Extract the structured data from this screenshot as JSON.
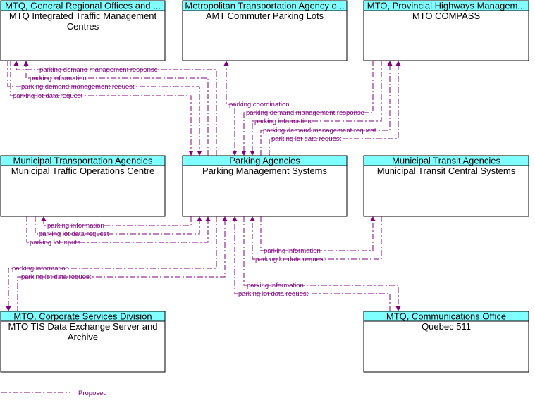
{
  "colors": {
    "header_fill": "#7fffff",
    "flow_line": "#800080",
    "border": "#000000"
  },
  "nodes": {
    "mtq_itmc": {
      "agency": "MTQ, General Regional Offices and ...",
      "name": [
        "MTQ Integrated Traffic Management",
        "Centres"
      ]
    },
    "amt_parking": {
      "agency": "Metropolitan Transportation Agency o...",
      "name": [
        "AMT Commuter Parking Lots"
      ]
    },
    "mto_compass": {
      "agency": "MTO, Provincial Highways Managem...",
      "name": [
        "MTO COMPASS"
      ]
    },
    "muni_traffic": {
      "agency": "Municipal Transportation Agencies",
      "name": [
        "Municipal Traffic Operations Centre"
      ]
    },
    "parking_mgmt": {
      "agency": "Parking Agencies",
      "name": [
        "Parking Management Systems"
      ]
    },
    "muni_transit": {
      "agency": "Municipal Transit Agencies",
      "name": [
        "Municipal Transit Central Systems"
      ]
    },
    "mto_tis": {
      "agency": "MTO, Corporate Services Division",
      "name": [
        "MTO TIS Data Exchange Server and",
        "Archive"
      ]
    },
    "quebec511": {
      "agency": "MTQ, Communications Office",
      "name": [
        "Quebec 511"
      ]
    }
  },
  "flows": {
    "mtq_pdm_response": "parking demand management response",
    "mtq_parking_info": "parking information",
    "mtq_pdm_request": "parking demand management request",
    "mtq_lot_request": "parking lot data request",
    "amt_coordination": "parking coordination",
    "mto_pdm_response": "parking demand management response",
    "mto_parking_info": "parking information",
    "mto_pdm_request": "parking demand management request",
    "mto_lot_request": "parking lot data request",
    "muni_parking_info": "parking information",
    "muni_lot_request": "parking lot data request",
    "muni_lot_inputs": "parking lot inputs",
    "transit_parking_info": "parking information",
    "transit_lot_request": "parking lot data request",
    "tis_parking_info": "parking information",
    "tis_lot_request": "parking lot data request",
    "q511_parking_info": "parking information",
    "q511_lot_request": "parking lot data request"
  },
  "legend": {
    "label": "Proposed"
  }
}
